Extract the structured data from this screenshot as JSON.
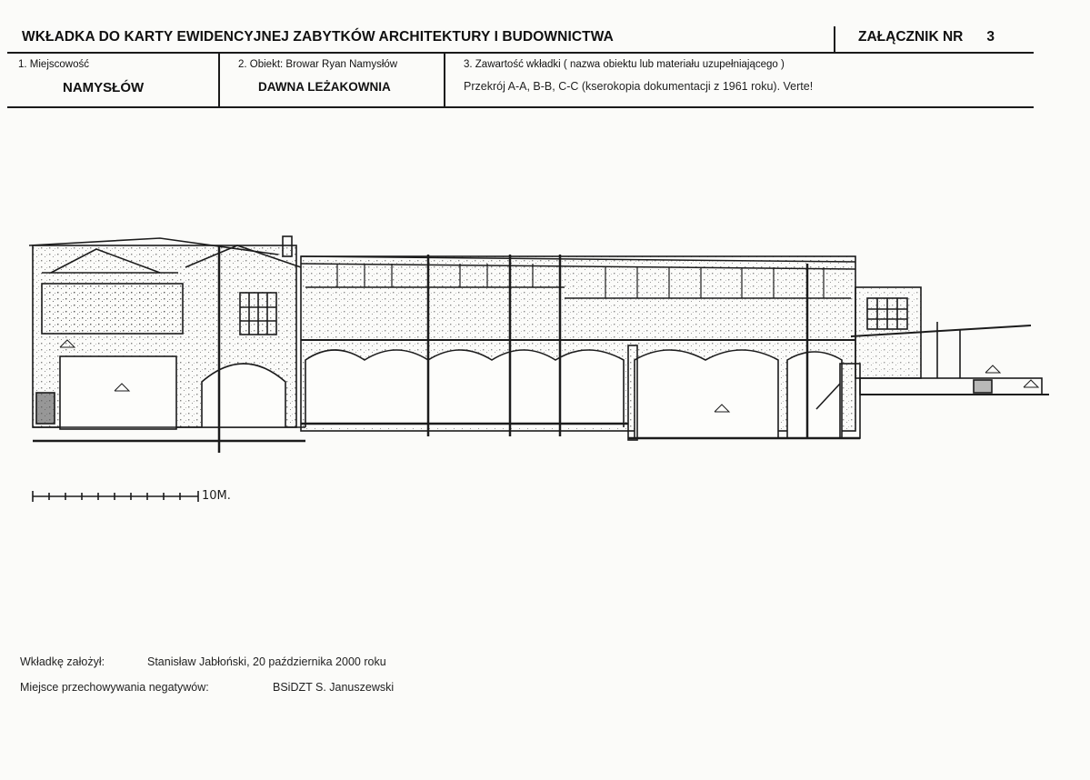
{
  "header": {
    "title": "WKŁADKA DO KARTY EWIDENCYJNEJ ZABYTKÓW ARCHITEKTURY I BUDOWNICTWA",
    "annex_label": "ZAŁĄCZNIK NR",
    "annex_number": "3"
  },
  "fields": {
    "locality": {
      "label": "1. Miejscowość",
      "value": "NAMYSŁÓW"
    },
    "object": {
      "label": "2. Obiekt: Browar Ryan Namysłów",
      "value": "DAWNA LEŻAKOWNIA"
    },
    "contents": {
      "label": "3. Zawartość wkładki ( nazwa obiektu lub materiału uzupełniającego )",
      "value": "Przekrój A-A, B-B, C-C (kserokopia dokumentacji z 1961 roku). Verte!"
    }
  },
  "drawing": {
    "scale_start": "0",
    "scale_end": "10M."
  },
  "footer": {
    "author_label": "Wkładkę założył:",
    "author_value": "Stanisław Jabłoński, 20 października 2000 roku",
    "negatives_label": "Miejsce przechowywania negatywów:",
    "negatives_value": "BSiDZT S. Januszewski"
  }
}
